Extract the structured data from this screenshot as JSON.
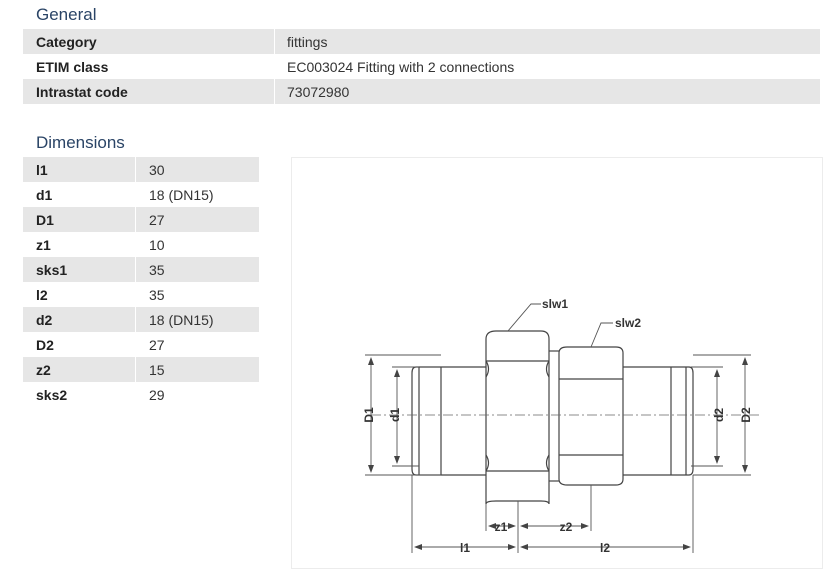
{
  "general": {
    "title": "General",
    "rows": [
      {
        "label": "Category",
        "value": "fittings"
      },
      {
        "label": "ETIM class",
        "value": "EC003024 Fitting with 2 connections"
      },
      {
        "label": "Intrastat code",
        "value": "73072980"
      }
    ]
  },
  "dimensions": {
    "title": "Dimensions",
    "rows": [
      {
        "label": "l1",
        "value": "30"
      },
      {
        "label": "d1",
        "value": "18 (DN15)"
      },
      {
        "label": "D1",
        "value": "27"
      },
      {
        "label": "z1",
        "value": "10"
      },
      {
        "label": "sks1",
        "value": "35"
      },
      {
        "label": "l2",
        "value": "35"
      },
      {
        "label": "d2",
        "value": "18 (DN15)"
      },
      {
        "label": "D2",
        "value": "27"
      },
      {
        "label": "z2",
        "value": "15"
      },
      {
        "label": "sks2",
        "value": "29"
      }
    ]
  },
  "drawing": {
    "labels": {
      "slw1": "slw1",
      "slw2": "slw2",
      "D1": "D1",
      "d1": "d1",
      "d2": "d2",
      "D2": "D2",
      "z1": "z1",
      "z2": "z2",
      "l1": "l1",
      "l2": "l2"
    }
  }
}
